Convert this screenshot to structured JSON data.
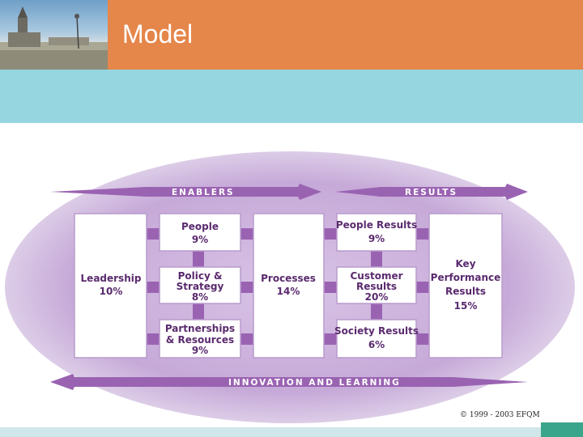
{
  "header": {
    "title": "Model"
  },
  "diagram": {
    "enablers_label": "ENABLERS",
    "results_label": "RESULTS",
    "innovation_label": "INNOVATION AND LEARNING",
    "leadership": {
      "name": "Leadership",
      "pct": "10%"
    },
    "people": {
      "name": "People",
      "pct": "9%"
    },
    "policy": {
      "line1": "Policy &",
      "line2": "Strategy",
      "pct": "8%"
    },
    "partnerships": {
      "line1": "Partnerships",
      "line2": "& Resources",
      "pct": "9%"
    },
    "processes": {
      "name": "Processes",
      "pct": "14%"
    },
    "people_results": {
      "name": "People Results",
      "pct": "9%"
    },
    "customer_results": {
      "line1": "Customer",
      "line2": "Results",
      "pct": "20%"
    },
    "society_results": {
      "name": "Society Results",
      "pct": "6%"
    },
    "kpr": {
      "line1": "Key",
      "line2": "Performance",
      "line3": "Results",
      "pct": "15%"
    }
  },
  "footer": {
    "copyright": "© 1999 - 2003 EFQM"
  },
  "colors": {
    "title_bar": "#e5864a",
    "teal_band": "#96d6e0",
    "oval": "#c8add9",
    "band": "#9a63b2",
    "connector": "#9a63b2",
    "box_text": "#5a2a6e"
  }
}
